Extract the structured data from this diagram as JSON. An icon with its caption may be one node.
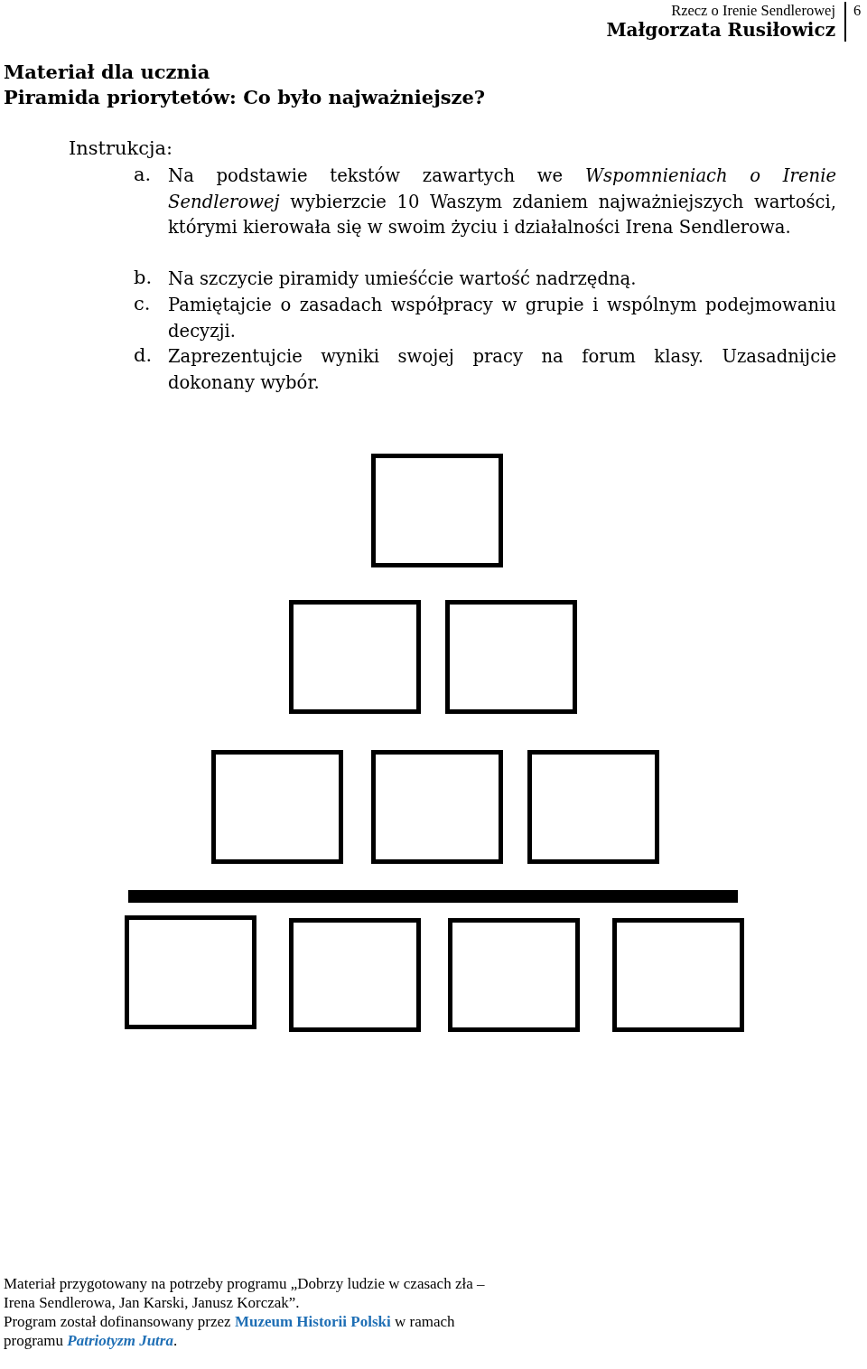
{
  "diagram": {
    "title": "Piramida priorytetów: Co było najważniejsze?",
    "nodes": [
      {
        "text": [],
        "shape": "box"
      },
      {
        "text": [],
        "shape": "box"
      },
      {
        "text": [],
        "shape": "box"
      },
      {
        "text": [],
        "shape": "box"
      },
      {
        "text": [],
        "shape": "box"
      },
      {
        "text": [],
        "shape": "box"
      },
      {
        "text": [],
        "shape": "bar"
      },
      {
        "text": [],
        "shape": "box"
      },
      {
        "text": [],
        "shape": "box"
      },
      {
        "text": [],
        "shape": "box"
      },
      {
        "text": [],
        "shape": "box"
      }
    ],
    "labels": [
      "Rzecz o Irenie Sendlerowej",
      "6",
      "Małgorzata Rusiłowicz",
      "Materiał dla ucznia",
      "Instrukcja:",
      "a.",
      "Na podstawie tekstów zawartych we *Wspomnieniach o Irenie Sendlerowej* wybierzcie 10 Waszym zdaniem najważniejszych wartości, którymi kierowała się w swoim życiu i działalności Irena Sendlerowa.",
      "b.",
      "Na szczycie piramidy umieśćcie wartość nadrzędną.",
      "c.",
      "Pamiętajcie o zasadach współpracy w grupie i wspólnym podejmowaniu decyzji.",
      "d.",
      "Zaprezentujcie wyniki swojej pracy na forum klasy. Uzasadnijcie dokonany wybór.",
      "Materiał przygotowany na potrzeby programu „Dobrzy ludzie w czasach zła – Irena Sendlerowa, Jan Karski, Janusz Korczak”.",
      "Program został dofinansowany przez **Muzeum Historii Polski** w ramach programu *Patriotyzm Jutra*."
    ]
  }
}
